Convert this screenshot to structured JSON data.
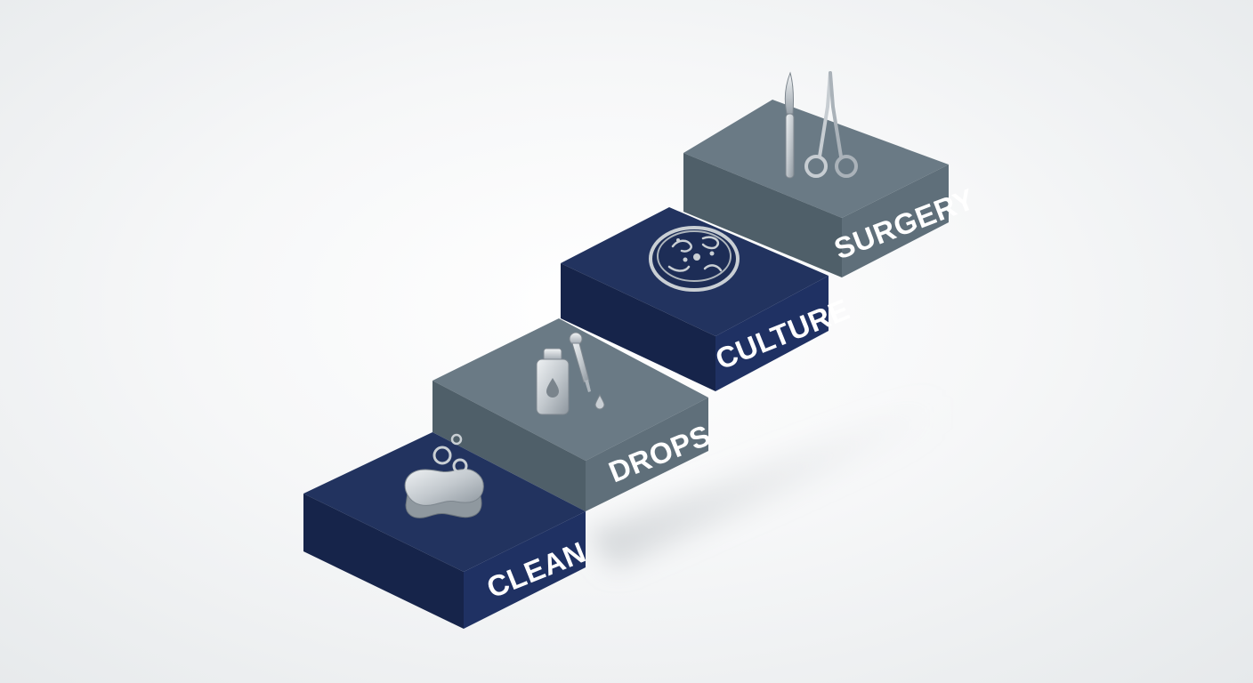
{
  "steps": [
    {
      "label": "CLEAN",
      "icon": "soap-bar-icon",
      "tone": "navy"
    },
    {
      "label": "DROPS",
      "icon": "eye-drops-bottle-icon",
      "tone": "gray"
    },
    {
      "label": "CULTURE",
      "icon": "petri-dish-icon",
      "tone": "navy"
    },
    {
      "label": "SURGERY",
      "icon": "surgical-instruments-icon",
      "tone": "gray"
    }
  ],
  "colors": {
    "navy_top": "#22335f",
    "navy_left": "#16244a",
    "navy_front": "#1f3163",
    "gray_top": "#6a7a85",
    "gray_left": "#4f5f69",
    "gray_front": "#5f6f7a",
    "label_text": "#ffffff",
    "icon_light": "#d4d9de",
    "icon_mid": "#9aa3ab",
    "icon_dark": "#6b747c"
  }
}
